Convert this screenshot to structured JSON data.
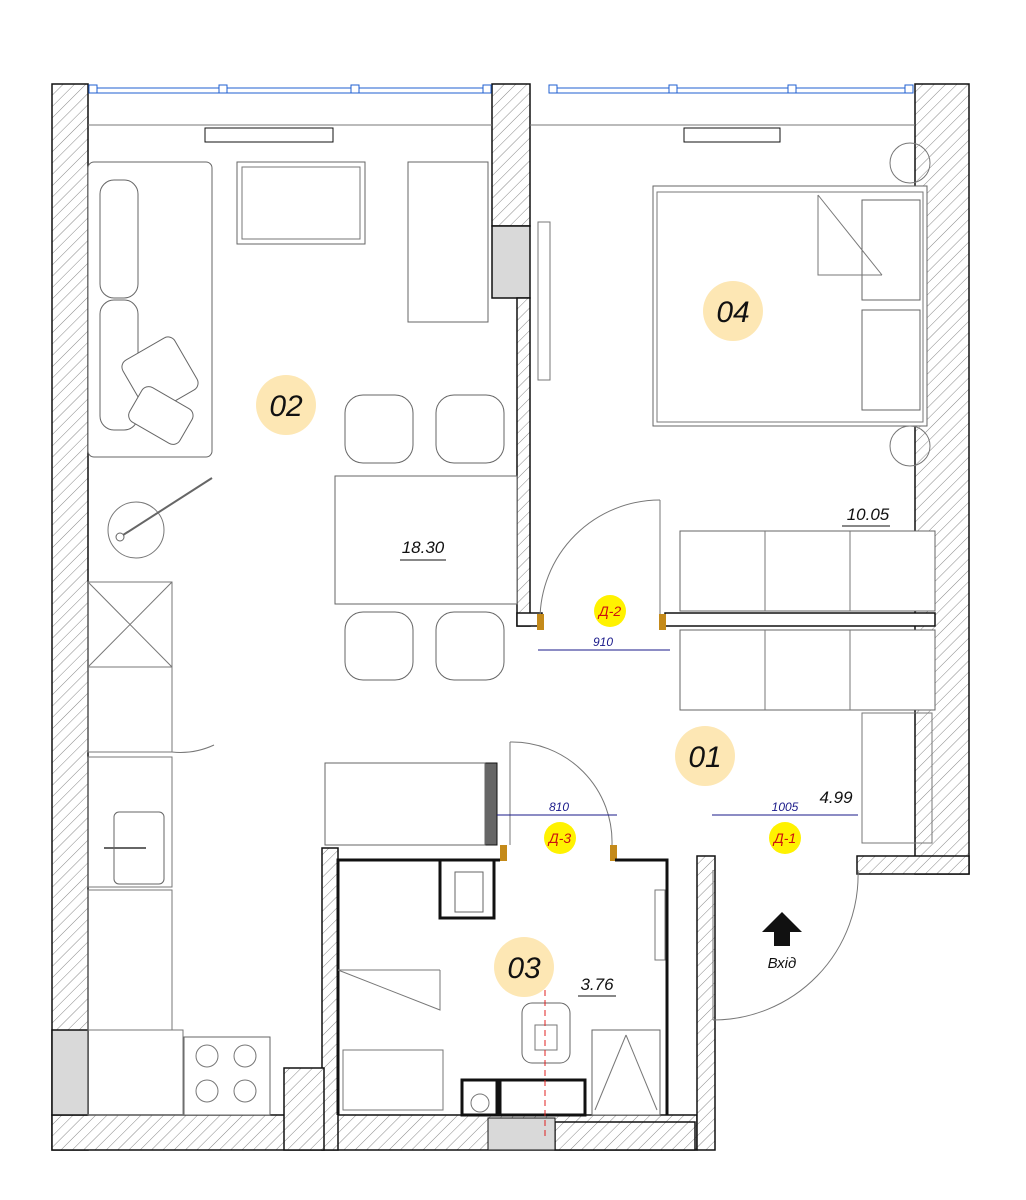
{
  "rooms": [
    {
      "id": "01",
      "area": "4.99",
      "badge_color": "#fde7b4"
    },
    {
      "id": "02",
      "area": "18.30",
      "badge_color": "#fde7b4"
    },
    {
      "id": "03",
      "area": "3.76",
      "badge_color": "#fde7b4"
    },
    {
      "id": "04",
      "area": "10.05",
      "badge_color": "#fde7b4"
    }
  ],
  "doors": [
    {
      "label": "Д-1",
      "width": "1005",
      "badge_color": "#fff200"
    },
    {
      "label": "Д-2",
      "width": "910",
      "badge_color": "#fff200"
    },
    {
      "label": "Д-3",
      "width": "810",
      "badge_color": "#fff200"
    }
  ],
  "entrance": {
    "label": "Вхід",
    "icon": "arrow-up-icon"
  }
}
